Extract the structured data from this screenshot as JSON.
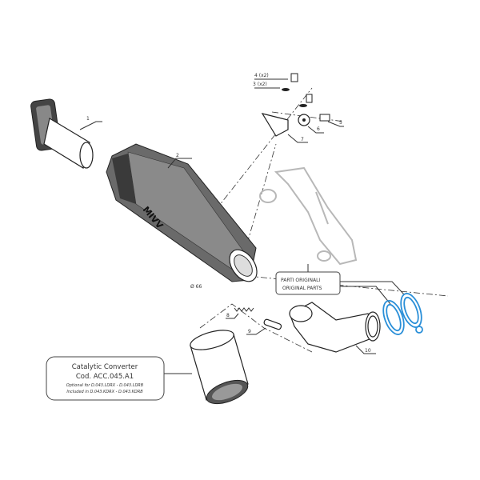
{
  "labels": {
    "p1": "1",
    "p2": "2",
    "p3": "3 (x2)",
    "p4": "4 (x2)",
    "p5": "5",
    "p6": "6",
    "p7": "7",
    "p8": "8",
    "p9": "9",
    "p10": "10",
    "diameter": "Ø 66"
  },
  "logo": "MIVV",
  "original_parts": {
    "line1": "PARTI ORIGINALI",
    "line2": "ORIGINAL PARTS"
  },
  "catalytic": {
    "title": "Catalytic Converter",
    "code": "Cod. ACC.045.A1",
    "optional": "Optional for D.043.LDRX - D.043.LDRB",
    "included": "Included in D.043.KDRX - D.043.KDRB"
  },
  "colors": {
    "gasket": "#2a8fd8",
    "original_part": "#b8b8b8"
  }
}
